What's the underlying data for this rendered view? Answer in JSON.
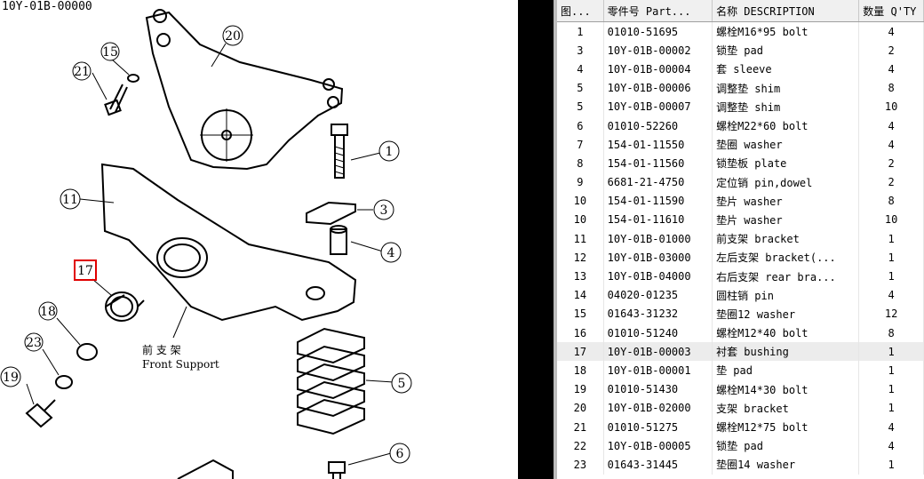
{
  "diagram": {
    "doc_title": "10Y-01B-00000",
    "caption_cn": "前 支 架",
    "caption_en": "Front Support",
    "callouts": [
      "20",
      "15",
      "21",
      "1",
      "11",
      "3",
      "4",
      "17",
      "18",
      "23",
      "19",
      "5",
      "6"
    ]
  },
  "table": {
    "headers": [
      "图...",
      "零件号 Part...",
      "名称 DESCRIPTION",
      "数量 Q'TY"
    ],
    "rows": [
      {
        "no": "1",
        "part": "01010-51695",
        "desc": "螺栓M16*95 bolt",
        "qty": "4"
      },
      {
        "no": "3",
        "part": "10Y-01B-00002",
        "desc": "锁垫 pad",
        "qty": "2"
      },
      {
        "no": "4",
        "part": "10Y-01B-00004",
        "desc": "套 sleeve",
        "qty": "4"
      },
      {
        "no": "5",
        "part": "10Y-01B-00006",
        "desc": "调整垫 shim",
        "qty": "8"
      },
      {
        "no": "5",
        "part": "10Y-01B-00007",
        "desc": "调整垫 shim",
        "qty": "10"
      },
      {
        "no": "6",
        "part": "01010-52260",
        "desc": "螺栓M22*60 bolt",
        "qty": "4"
      },
      {
        "no": "7",
        "part": "154-01-11550",
        "desc": "垫圈 washer",
        "qty": "4"
      },
      {
        "no": "8",
        "part": "154-01-11560",
        "desc": "锁垫板 plate",
        "qty": "2"
      },
      {
        "no": "9",
        "part": "6681-21-4750",
        "desc": "定位销 pin,dowel",
        "qty": "2"
      },
      {
        "no": "10",
        "part": "154-01-11590",
        "desc": "垫片 washer",
        "qty": "8"
      },
      {
        "no": "10",
        "part": "154-01-11610",
        "desc": "垫片 washer",
        "qty": "10"
      },
      {
        "no": "11",
        "part": "10Y-01B-01000",
        "desc": "前支架 bracket",
        "qty": "1"
      },
      {
        "no": "12",
        "part": "10Y-01B-03000",
        "desc": "左后支架 bracket(...",
        "qty": "1"
      },
      {
        "no": "13",
        "part": "10Y-01B-04000",
        "desc": "右后支架 rear bra...",
        "qty": "1"
      },
      {
        "no": "14",
        "part": "04020-01235",
        "desc": "圆柱销 pin",
        "qty": "4"
      },
      {
        "no": "15",
        "part": "01643-31232",
        "desc": "垫圈12 washer",
        "qty": "12"
      },
      {
        "no": "16",
        "part": "01010-51240",
        "desc": "螺栓M12*40 bolt",
        "qty": "8"
      },
      {
        "no": "17",
        "part": "10Y-01B-00003",
        "desc": "衬套 bushing",
        "qty": "1"
      },
      {
        "no": "18",
        "part": "10Y-01B-00001",
        "desc": "垫 pad",
        "qty": "1"
      },
      {
        "no": "19",
        "part": "01010-51430",
        "desc": "螺栓M14*30 bolt",
        "qty": "1"
      },
      {
        "no": "20",
        "part": "10Y-01B-02000",
        "desc": "支架 bracket",
        "qty": "1"
      },
      {
        "no": "21",
        "part": "01010-51275",
        "desc": "螺栓M12*75 bolt",
        "qty": "4"
      },
      {
        "no": "22",
        "part": "10Y-01B-00005",
        "desc": "锁垫 pad",
        "qty": "4"
      },
      {
        "no": "23",
        "part": "01643-31445",
        "desc": "垫圈14 washer",
        "qty": "1"
      }
    ],
    "highlighted_row": "17",
    "highlight_color": "#ececec"
  },
  "colors": {
    "divider": "#000000",
    "selection_box": "#e00000"
  }
}
